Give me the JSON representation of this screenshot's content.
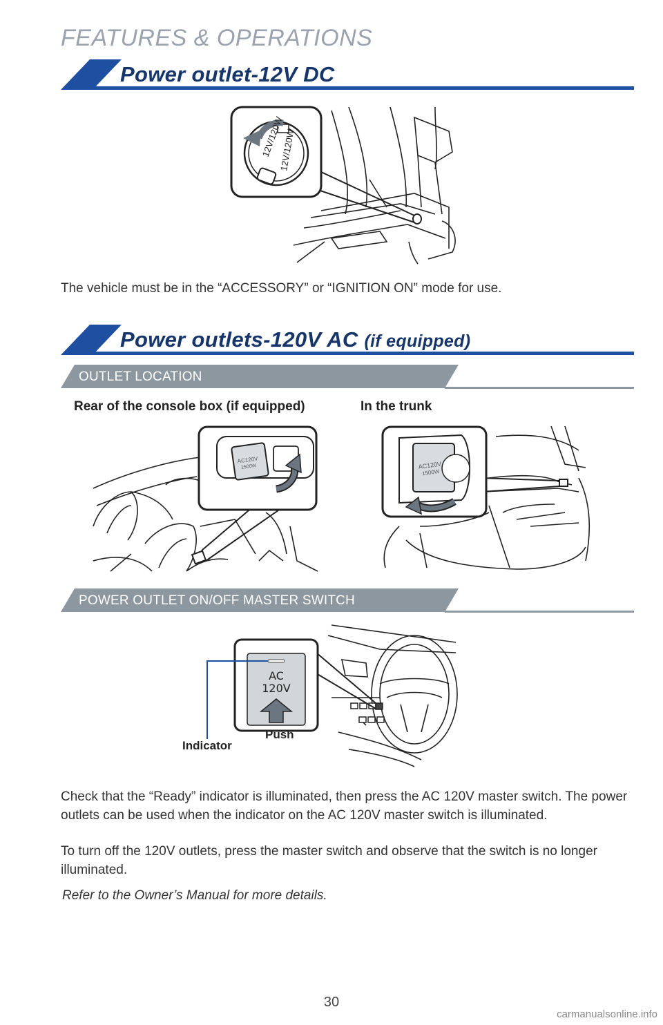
{
  "page": {
    "section_header": "FEATURES & OPERATIONS",
    "page_number": "30",
    "watermark": "carmanualsonline.info"
  },
  "dc_section": {
    "title": "Power outlet-12V DC",
    "outlet_label_top": "12V/120W",
    "outlet_label_bottom": "12V/120W",
    "usage_note": "The vehicle must be in the “ACCESSORY” or “IGNITION ON” mode for use."
  },
  "ac_section": {
    "title": "Power outlets-120V AC",
    "title_suffix": "(if equipped)",
    "location": {
      "header": "OUTLET LOCATION",
      "left_caption": "Rear of the console box (if equipped)",
      "right_caption": "In the trunk",
      "outlet_label_line1": "AC120V",
      "outlet_label_line2": "1500W"
    },
    "master_switch": {
      "header": "POWER OUTLET ON/OFF MASTER SWITCH",
      "button_line1": "AC",
      "button_line2": "120V",
      "push_label": "Push",
      "indicator_label": "Indicator"
    },
    "instructions_p1": "Check that the “Ready” indicator is illuminated, then press the AC 120V master switch. The power outlets can be used when the indicator on the AC 120V master switch is illuminated.",
    "instructions_p2": "To turn off the 120V outlets, press the master switch and observe that the switch is no longer illuminated.",
    "reference_note": "Refer to the Owner’s Manual for more details."
  },
  "colors": {
    "brand_blue": "#1f4fa0",
    "title_navy": "#16356b",
    "subheader_gray": "#8d979f"
  }
}
